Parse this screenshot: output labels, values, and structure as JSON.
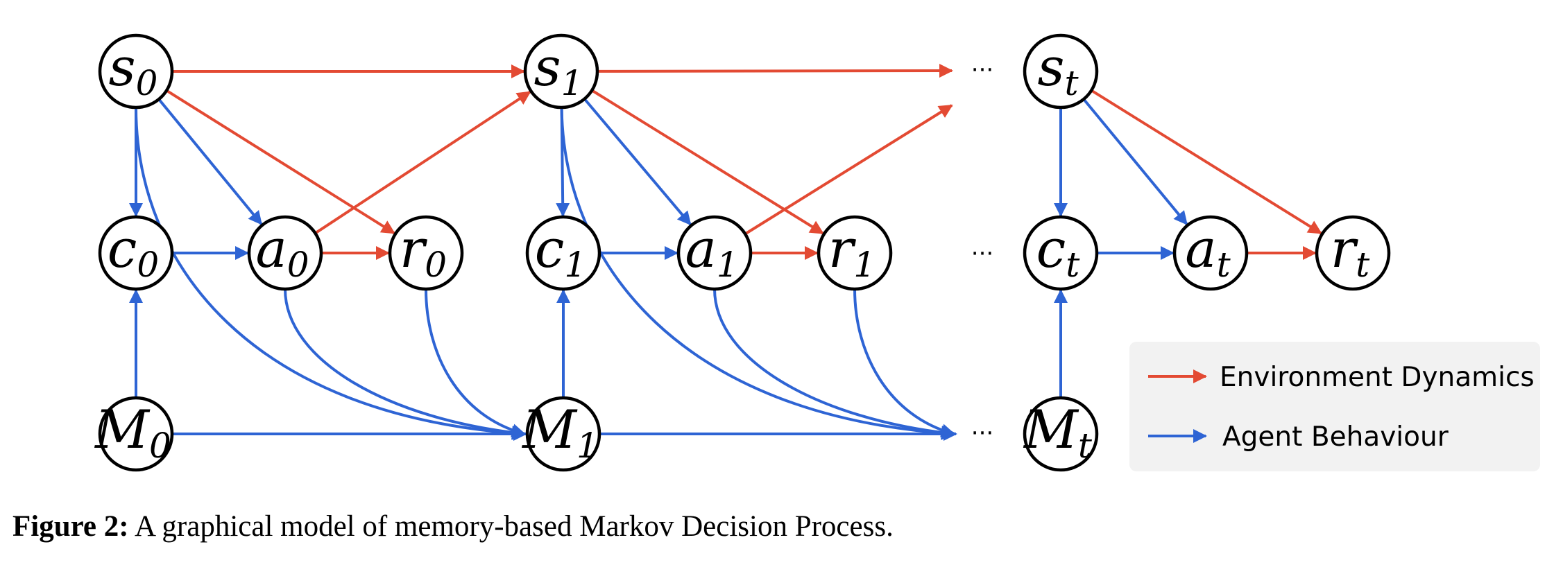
{
  "colors": {
    "environment": "#e34a33",
    "agent": "#2e64d4"
  },
  "nodes": [
    {
      "id": "s0",
      "base": "s",
      "sub": "0"
    },
    {
      "id": "s1",
      "base": "s",
      "sub": "1"
    },
    {
      "id": "st",
      "base": "s",
      "sub": "t"
    },
    {
      "id": "c0",
      "base": "c",
      "sub": "0"
    },
    {
      "id": "a0",
      "base": "a",
      "sub": "0"
    },
    {
      "id": "r0",
      "base": "r",
      "sub": "0"
    },
    {
      "id": "c1",
      "base": "c",
      "sub": "1"
    },
    {
      "id": "a1",
      "base": "a",
      "sub": "1"
    },
    {
      "id": "r1",
      "base": "r",
      "sub": "1"
    },
    {
      "id": "ct",
      "base": "c",
      "sub": "t"
    },
    {
      "id": "at",
      "base": "a",
      "sub": "t"
    },
    {
      "id": "rt",
      "base": "r",
      "sub": "t"
    },
    {
      "id": "M0",
      "base": "M",
      "sub": "0"
    },
    {
      "id": "M1",
      "base": "M",
      "sub": "1"
    },
    {
      "id": "Mt",
      "base": "M",
      "sub": "t"
    }
  ],
  "edges": [
    {
      "from": "s0",
      "to": "s1",
      "type": "environment"
    },
    {
      "from": "s1",
      "to": "ellipsis-s",
      "type": "environment"
    },
    {
      "from": "s0",
      "to": "r0",
      "type": "environment"
    },
    {
      "from": "a0",
      "to": "s1",
      "type": "environment"
    },
    {
      "from": "a0",
      "to": "r0",
      "type": "environment"
    },
    {
      "from": "s1",
      "to": "r1",
      "type": "environment"
    },
    {
      "from": "a1",
      "to": "ellipsis-s",
      "type": "environment"
    },
    {
      "from": "a1",
      "to": "r1",
      "type": "environment"
    },
    {
      "from": "st",
      "to": "rt",
      "type": "environment"
    },
    {
      "from": "at",
      "to": "rt",
      "type": "environment"
    },
    {
      "from": "s0",
      "to": "c0",
      "type": "agent"
    },
    {
      "from": "s0",
      "to": "a0",
      "type": "agent"
    },
    {
      "from": "c0",
      "to": "a0",
      "type": "agent"
    },
    {
      "from": "M0",
      "to": "c0",
      "type": "agent"
    },
    {
      "from": "M0",
      "to": "M1",
      "type": "agent"
    },
    {
      "from": "s0",
      "to": "M1",
      "type": "agent"
    },
    {
      "from": "a0",
      "to": "M1",
      "type": "agent"
    },
    {
      "from": "r0",
      "to": "M1",
      "type": "agent"
    },
    {
      "from": "s1",
      "to": "c1",
      "type": "agent"
    },
    {
      "from": "s1",
      "to": "a1",
      "type": "agent"
    },
    {
      "from": "c1",
      "to": "a1",
      "type": "agent"
    },
    {
      "from": "M1",
      "to": "c1",
      "type": "agent"
    },
    {
      "from": "M1",
      "to": "ellipsis-M",
      "type": "agent"
    },
    {
      "from": "s1",
      "to": "ellipsis-M",
      "type": "agent"
    },
    {
      "from": "a1",
      "to": "ellipsis-M",
      "type": "agent"
    },
    {
      "from": "r1",
      "to": "ellipsis-M",
      "type": "agent"
    },
    {
      "from": "st",
      "to": "ct",
      "type": "agent"
    },
    {
      "from": "st",
      "to": "at",
      "type": "agent"
    },
    {
      "from": "ct",
      "to": "at",
      "type": "agent"
    },
    {
      "from": "Mt",
      "to": "ct",
      "type": "agent"
    }
  ],
  "ellipsis": "···",
  "legend": {
    "items": [
      {
        "label": "Environment Dynamics",
        "type": "environment"
      },
      {
        "label": "Agent Behaviour",
        "type": "agent"
      }
    ]
  },
  "caption": {
    "label": "Figure 2:",
    "text": "A graphical model of memory-based Markov Decision Process."
  }
}
